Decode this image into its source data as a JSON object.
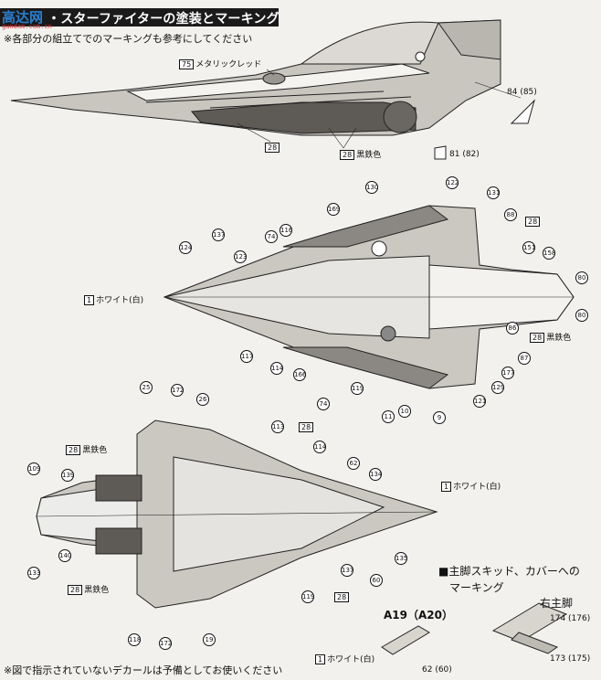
{
  "header": {
    "logo_text": "高达网",
    "logo_url": "gundam.com.cn",
    "title": "・スターファイターの塗装とマーキング"
  },
  "note_top": "※各部分の組立てでのマーキングも参考にしてください",
  "note_bottom": "※図で指示されていないデカールは予備としてお使いください",
  "side_view": {
    "metallic_red": {
      "num": "75",
      "label": "メタリックレッド"
    },
    "box28": "28",
    "box28_black": {
      "num": "28",
      "label": "黒鉄色"
    },
    "decal_84_85": "84 (85)",
    "decal_81_82": "81 (82)"
  },
  "top_view": {
    "white": {
      "num": "1",
      "label": "ホワイト(白)"
    },
    "black_iron": {
      "num": "28",
      "label": "黒鉄色"
    },
    "box28_top": "28",
    "callouts": [
      "130",
      "122",
      "131",
      "88",
      "137",
      "116",
      "169",
      "123",
      "124",
      "74",
      "151",
      "158",
      "80",
      "80",
      "86",
      "87",
      "117",
      "114",
      "166",
      "74",
      "119",
      "11",
      "10",
      "9",
      "177",
      "129",
      "121"
    ]
  },
  "bottom_view": {
    "white": {
      "num": "1",
      "label": "ホワイト(白)"
    },
    "black_iron_upper": {
      "num": "28",
      "label": "黒鉄色"
    },
    "black_iron_lower": {
      "num": "28",
      "label": "黒鉄色"
    },
    "box28_a": "28",
    "box28_b": "28",
    "callouts": [
      "25",
      "172",
      "26",
      "113",
      "114",
      "62",
      "134",
      "109",
      "139",
      "140",
      "133",
      "137",
      "60",
      "135",
      "119",
      "118",
      "172",
      "19"
    ]
  },
  "skid_section": {
    "heading_line1": "■主脚スキッド、カバーへの",
    "heading_line2": "マーキング",
    "part_label": "A19（A20）",
    "gear_label": "右主脚",
    "white": {
      "num": "1",
      "label": "ホワイト(白)"
    },
    "decal_62_60": "62 (60)",
    "decal_174_176": "174 (176)",
    "decal_173_175": "173 (175)"
  }
}
